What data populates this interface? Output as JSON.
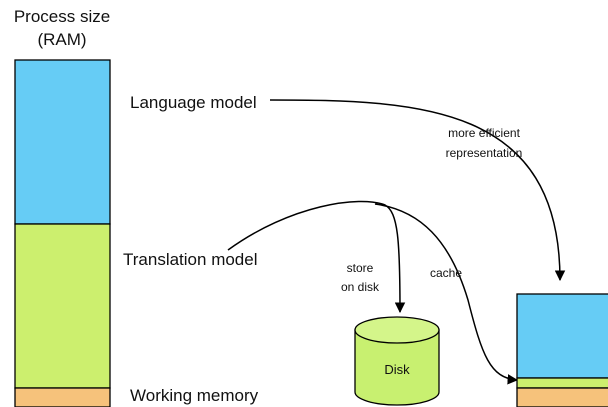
{
  "title_line1": "Process size",
  "title_line2": "(RAM)",
  "labels": {
    "language_model": "Language model",
    "translation_model": "Translation model",
    "working_memory": "Working memory"
  },
  "annotations": {
    "more_efficient_line1": "more efficient",
    "more_efficient_line2": "representation",
    "store_line1": "store",
    "store_line2": "on disk",
    "cache": "cache",
    "disk": "Disk"
  },
  "colors": {
    "language_model": "#66ccf5",
    "translation_model": "#ccef6e",
    "working_memory": "#f6c27b",
    "disk": "#c8f070",
    "disk_top": "#d4f58a"
  }
}
